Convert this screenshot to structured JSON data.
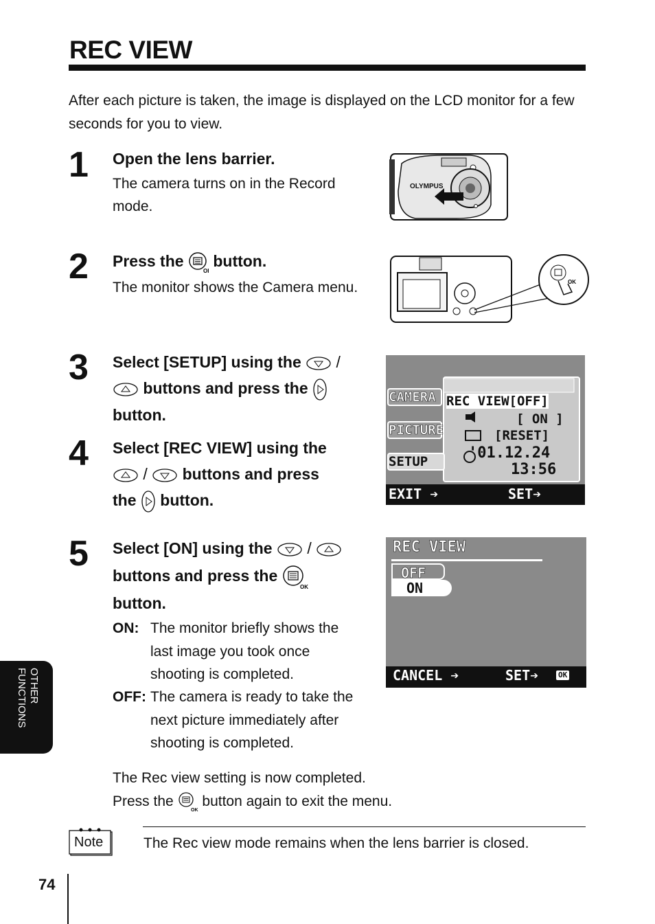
{
  "title": "REC VIEW",
  "intro": "After each picture is taken, the image is displayed on the LCD monitor for a few seconds for you to view.",
  "steps": [
    {
      "num": "1",
      "heading": "Open the lens barrier.",
      "body": "The camera turns on in the Record mode."
    },
    {
      "num": "2",
      "heading_pre": "Press the",
      "heading_post": "button.",
      "body": "The monitor shows the Camera menu."
    },
    {
      "num": "3",
      "l1": "Select [SETUP] using the",
      "l2": "buttons and press the",
      "l3": "button."
    },
    {
      "num": "4",
      "l1": "Select [REC VIEW] using the",
      "l2": "buttons and press",
      "l3_pre": "the",
      "l3_post": "button."
    },
    {
      "num": "5",
      "l1": "Select [ON] using the",
      "l2": "buttons and press the",
      "l3": "button."
    }
  ],
  "slash": "/",
  "options": [
    {
      "label": "ON:",
      "lines": [
        "The monitor briefly shows the",
        "last image you took once",
        "shooting is completed."
      ]
    },
    {
      "label": "OFF:",
      "lines": [
        "The camera is ready to take the",
        "next picture immediately after",
        "shooting is completed."
      ]
    }
  ],
  "completion": {
    "line1": "The Rec view setting is now completed.",
    "line2_pre": "Press the",
    "line2_post": "button again to exit the menu."
  },
  "note": {
    "badge": "Note",
    "text": "The Rec view mode remains when the lens barrier is closed."
  },
  "side_tab": "OTHER\nFUNCTIONS",
  "page_number": "74",
  "camera": {
    "brand": "OLYMPUS",
    "ok": "OK"
  },
  "lcd1": {
    "tabs": [
      "CAMERA",
      "PICTURE",
      "SETUP"
    ],
    "rows": [
      "REC VIEW[OFF]",
      "[ ON ]",
      "[RESET]",
      "'01.12.24",
      "13:56"
    ],
    "exit": "EXIT ➔",
    "set": "SET➔"
  },
  "lcd2": {
    "title": "REC VIEW",
    "off": "OFF",
    "on": "ON",
    "cancel": "CANCEL ➔",
    "set": "SET➔",
    "ok": "OK"
  }
}
